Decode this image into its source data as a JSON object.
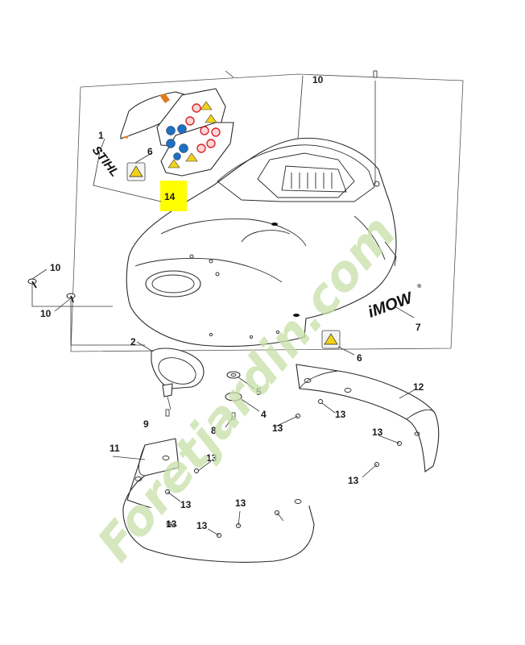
{
  "callouts": {
    "n1": "1",
    "n2": "2",
    "n4": "4",
    "n5": "5",
    "n6a": "6",
    "n6b": "6",
    "n7": "7",
    "n8": "8",
    "n9": "9",
    "n10a": "10",
    "n10b": "10",
    "n10c": "10",
    "n11": "11",
    "n12": "12",
    "n13": "13",
    "n14": "14"
  },
  "logos": {
    "stihl": "STIHL",
    "imow": "iMOW",
    "registered": "®"
  },
  "watermark": {
    "text": "Foretjardin.com",
    "color": "#c8e0a8",
    "accent": "#f0b880"
  },
  "colors": {
    "highlight": "#ffff00",
    "warning_yellow": "#f2d21a",
    "prohibit_red": "#d8232a",
    "mandatory_blue": "#1f6fc2"
  }
}
